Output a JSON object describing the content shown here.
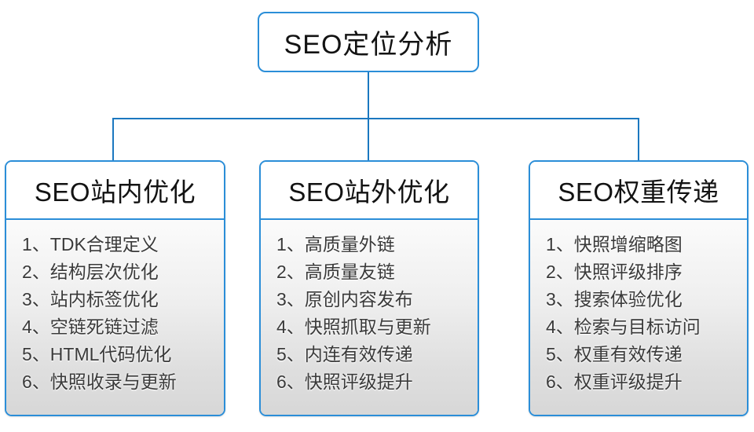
{
  "root": {
    "title": "SEO定位分析"
  },
  "columns": [
    {
      "title": "SEO站内优化",
      "items": [
        "1、TDK合理定义",
        "2、结构层次优化",
        "3、站内标签优化",
        "4、空链死链过滤",
        "5、HTML代码优化",
        "6、快照收录与更新"
      ]
    },
    {
      "title": "SEO站外优化",
      "items": [
        "1、高质量外链",
        "2、高质量友链",
        "3、原创内容发布",
        "4、快照抓取与更新",
        "5、内连有效传递",
        "6、快照评级提升"
      ]
    },
    {
      "title": "SEO权重传递",
      "items": [
        "1、快照增缩略图",
        "2、快照评级排序",
        "3、搜索体验优化",
        "4、检索与目标访问",
        "5、权重有效传递",
        "6、权重评级提升"
      ]
    }
  ],
  "colors": {
    "box_border_blue": "#2b8ed8",
    "connector_blue": "#1b78c0",
    "list_gradient_top": "#fbfbfb",
    "list_gradient_bottom": "#d7d7d7",
    "title_text": "#131313",
    "list_text": "#3a3a3a"
  }
}
